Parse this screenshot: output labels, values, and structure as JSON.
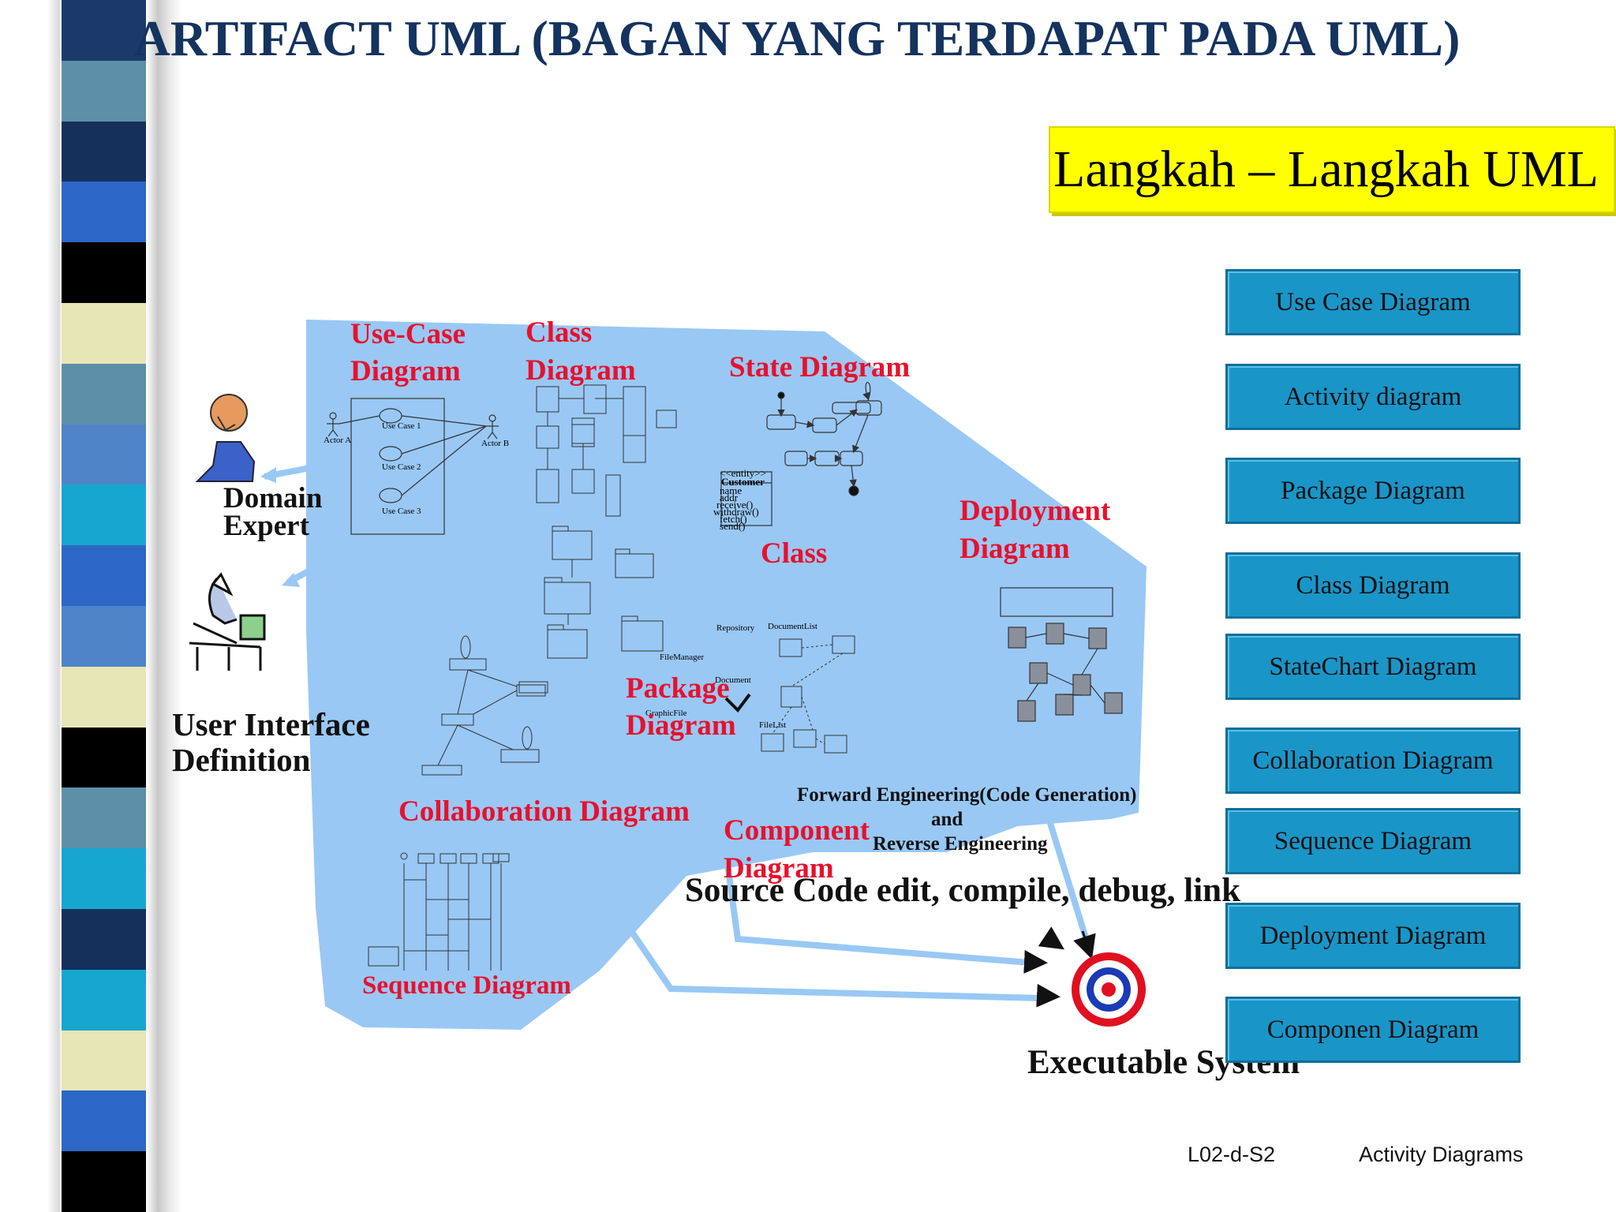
{
  "title": "ARTIFACT UML (BAGAN YANG TERDAPAT PADA UML)",
  "langkah": "Langkah – Langkah UML",
  "side_buttons": [
    "Use Case Diagram",
    "Activity diagram",
    "Package Diagram",
    "Class Diagram",
    "StateChart Diagram",
    "Collaboration Diagram",
    "Sequence Diagram",
    "Deployment Diagram",
    "Componen Diagram"
  ],
  "figure_labels": {
    "use_case": "Use-Case Diagram",
    "use_case_l1": "Use-Case",
    "use_case_l2": "Diagram",
    "class_l1": "Class",
    "class_l2": "Diagram",
    "state": "State Diagram",
    "class2": "Class",
    "deployment_l1": "Deployment",
    "deployment_l2": "Diagram",
    "package_l1": "Package",
    "package_l2": "Diagram",
    "collaboration": "Collaboration Diagram",
    "component_l1": "Component",
    "component_l2": "Diagram",
    "sequence": "Sequence Diagram",
    "domain_l1": "Domain",
    "domain_l2": "Expert",
    "ui_l1": "User Interface",
    "ui_l2": "Definition",
    "forward": "Forward Engineering(Code Generation)",
    "and": "and",
    "reverse": "Reverse Engineering",
    "source_code": "Source Code edit, compile, debug, link",
    "executable": "Executable System"
  },
  "mini": {
    "actor_a": "Actor A",
    "actor_b": "Actor B",
    "uc1": "Use Case 1",
    "uc2": "Use Case 2",
    "uc3": "Use Case 3",
    "entity": "<<entity>>",
    "customer": "Customer",
    "attrs": [
      "name",
      "addr",
      "receive()",
      "withdraw()",
      "fetch()",
      "send()"
    ],
    "repository": "Repository",
    "document_list": "DocumentList",
    "file_manager": "FileManager",
    "document": "Document",
    "graphic_file": "GraphicFile",
    "file_list": "FileList"
  },
  "footer": {
    "code": "L02-d-S2",
    "topic": "Activity Diagrams"
  },
  "colors": {
    "title": "#14335e",
    "highlight": "#ffff00",
    "blob": "#99c8f5",
    "button": "#1a95c8",
    "label_red": "#e8112d",
    "arrow": "#99c8f5"
  },
  "stripe_colors": [
    "#1b3a6b",
    "#5b90a8",
    "#16305c",
    "#2c67c6",
    "#000000",
    "#e6e6b6",
    "#5b90a8",
    "#4f84c9",
    "#17a6d0",
    "#2c67c6",
    "#4f84c9",
    "#e6e6b6",
    "#000000",
    "#5b90a8",
    "#17a6d0",
    "#16305c",
    "#17a6d0",
    "#e6e6b6",
    "#2c67c6",
    "#000000"
  ]
}
